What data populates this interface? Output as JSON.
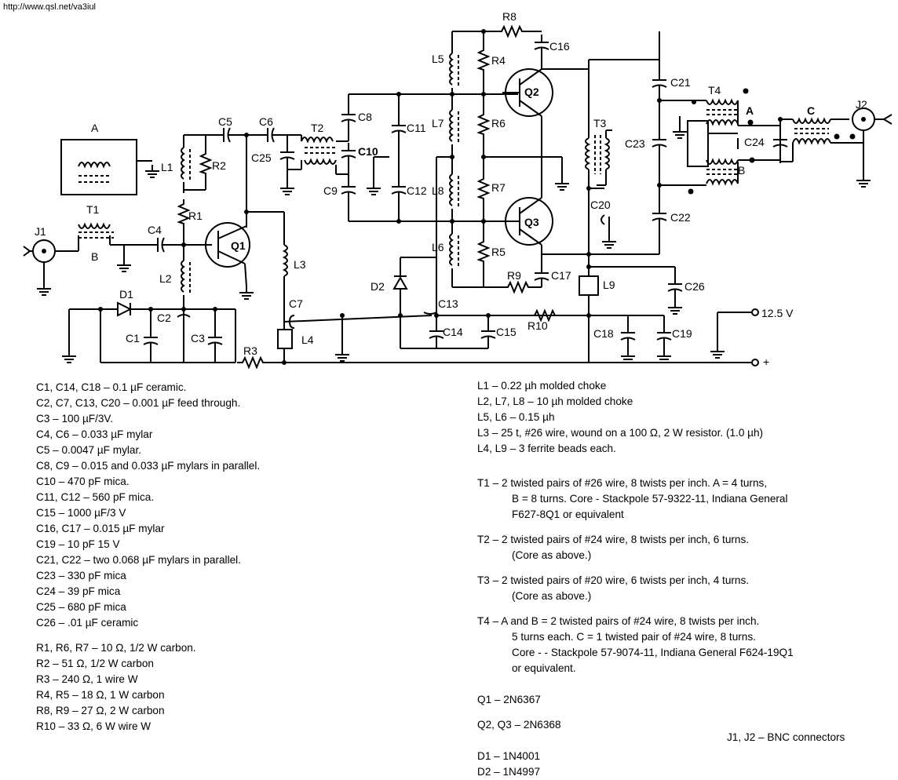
{
  "header": {
    "url": "http://www.qsl.net/va3iul"
  },
  "labels": {
    "J1": "J1",
    "J2": "J2",
    "T1": "T1",
    "T2": "T2",
    "T3": "T3",
    "T4": "T4",
    "A": "A",
    "B": "B",
    "C": "C",
    "A4": "A",
    "B4": "B",
    "C4lbl": "C",
    "L1": "L1",
    "L2": "L2",
    "L3": "L3",
    "L4": "L4",
    "L5": "L5",
    "L6": "L6",
    "L7": "L7",
    "L8": "L8",
    "L9": "L9",
    "R1": "R1",
    "R2": "R2",
    "R3": "R3",
    "R4": "R4",
    "R5": "R5",
    "R6": "R6",
    "R7": "R7",
    "R8": "R8",
    "R9": "R9",
    "R10": "R10",
    "C1": "C1",
    "C2": "C2",
    "C3": "C3",
    "C4": "C4",
    "C5": "C5",
    "C6": "C6",
    "C7": "C7",
    "C8": "C8",
    "C9": "C9",
    "C10": "C10",
    "C11": "C11",
    "C12": "C12",
    "C13": "C13",
    "C14": "C14",
    "C15": "C15",
    "C16": "C16",
    "C17": "C17",
    "C18": "C18",
    "C19": "C19",
    "C20": "C20",
    "C21": "C21",
    "C22": "C22",
    "C23": "C23",
    "C24": "C24",
    "C25": "C25",
    "C26": "C26",
    "Q1": "Q1",
    "Q2": "Q2",
    "Q3": "Q3",
    "D1": "D1",
    "D2": "D2",
    "vsupply": "12.5 V",
    "plus": "+"
  },
  "parts_capacitors": [
    "C1, C14, C18 – 0.1 µF ceramic.",
    "C2, C7, C13, C20 – 0.001 µF feed through.",
    "C3 – 100 µF/3V.",
    "C4, C6 – 0.033 µF mylar",
    "C5 – 0.0047 µF mylar.",
    "C8, C9 – 0.015 and 0.033 µF mylars in parallel.",
    "C10 – 470 pF mica.",
    "C11, C12 – 560 pF mica.",
    "C15 – 1000 µF/3 V",
    "C16, C17 – 0.015 µF mylar",
    "C19 – 10 pF 15 V",
    "C21, C22 – two 0.068 µF mylars in parallel.",
    "C23 – 330 pF mica",
    "C24 – 39 pF mica",
    "C25 – 680 pF mica",
    "C26 – .01 µF ceramic"
  ],
  "parts_resistors": [
    "R1, R6, R7 – 10 Ω, 1/2 W carbon.",
    "R2 – 51 Ω, 1/2 W carbon",
    "R3 – 240 Ω, 1 wire W",
    "R4, R5 – 18 Ω, 1 W carbon",
    "R8, R9 – 27 Ω, 2 W carbon",
    "R10 – 33 Ω, 6 W wire W"
  ],
  "parts_inductors": [
    "L1 – 0.22 µh molded choke",
    "L2, L7, L8 – 10 µh molded choke",
    "L5, L6 – 0.15 µh",
    "L3 – 25 t, #26 wire, wound on a 100 Ω, 2 W resistor. (1.0 µh)",
    "L4, L9 – 3 ferrite beads each."
  ],
  "parts_transformers": {
    "t1": [
      "T1 – 2 twisted pairs of #26 wire, 8 twists per inch. A = 4 turns,",
      "B = 8 turns. Core - Stackpole 57-9322-11, Indiana General",
      "F627-8Q1 or equivalent"
    ],
    "t2": [
      "T2 – 2 twisted pairs of #24 wire, 8 twists per inch, 6 turns.",
      "(Core as above.)"
    ],
    "t3": [
      "T3 – 2 twisted pairs of #20 wire, 6 twists per inch, 4 turns.",
      "(Core as above.)"
    ],
    "t4": [
      "T4 – A and B = 2 twisted pairs of #24 wire, 8 twists per inch.",
      "5 turns each. C = 1 twisted pair of #24 wire, 8 turns.",
      "Core - - Stackpole 57-9074-11, Indiana General F624-19Q1",
      "or equivalent."
    ]
  },
  "parts_semis": {
    "q1": "Q1 – 2N6367",
    "q23": "Q2, Q3 – 2N6368",
    "d1": "D1 – 1N4001",
    "d2": "D2 – 1N4997"
  },
  "connectors": "J1, J2 – BNC connectors"
}
